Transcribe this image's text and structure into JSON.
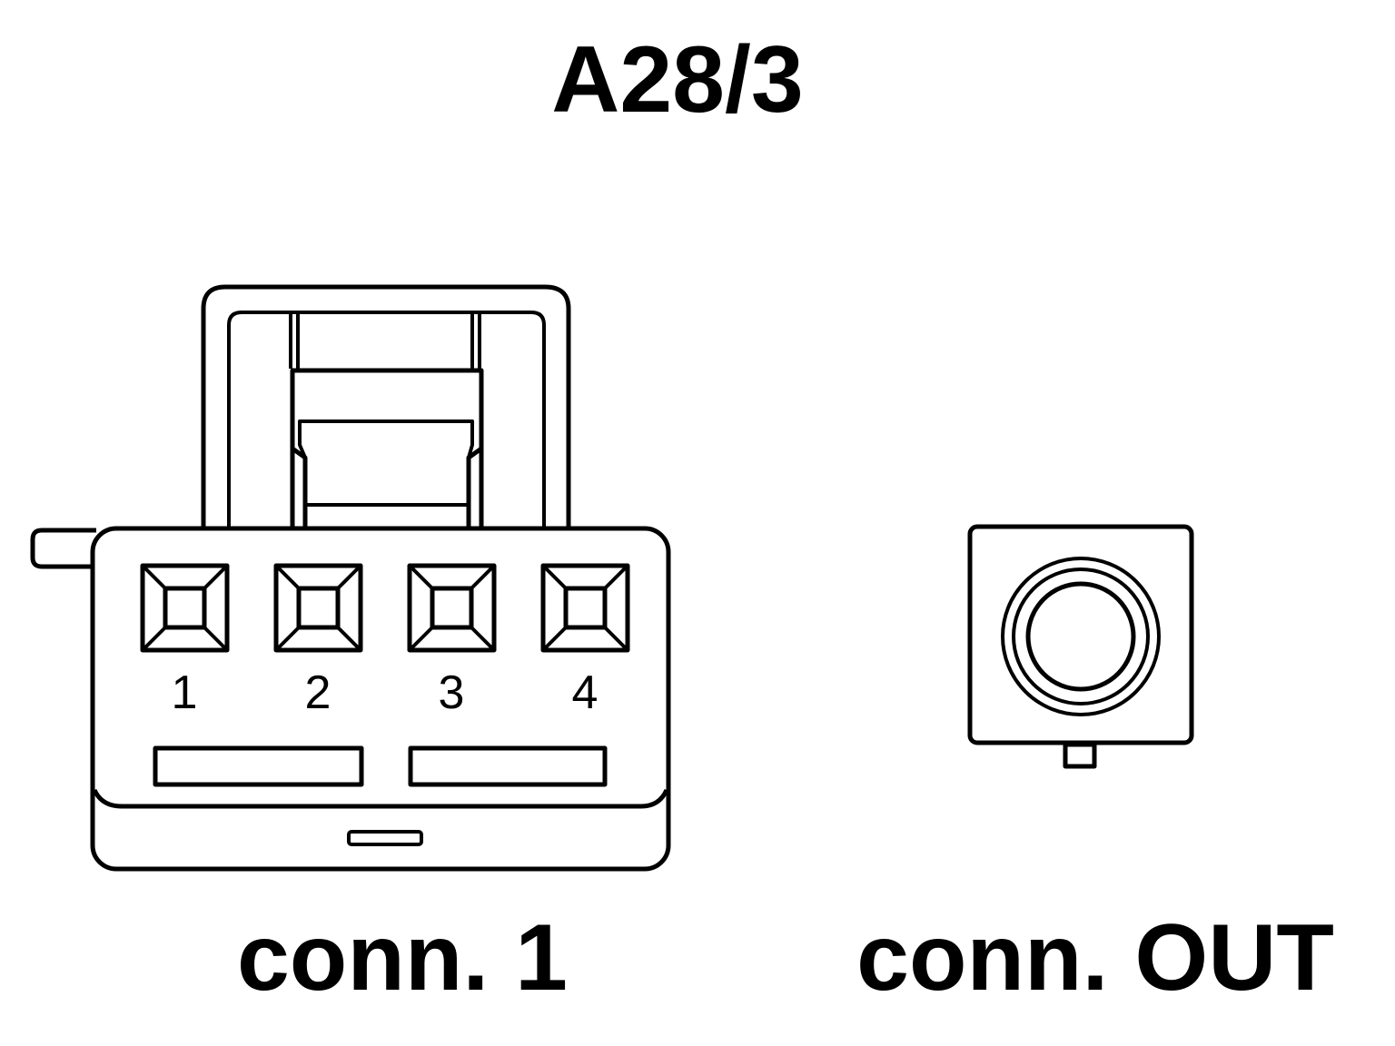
{
  "title": "A28/3",
  "connectors": [
    {
      "label": "conn. 1",
      "pins": [
        "1",
        "2",
        "3",
        "4"
      ]
    },
    {
      "label": "conn. OUT"
    }
  ],
  "colors": {
    "stroke": "#000000",
    "background": "#ffffff"
  }
}
